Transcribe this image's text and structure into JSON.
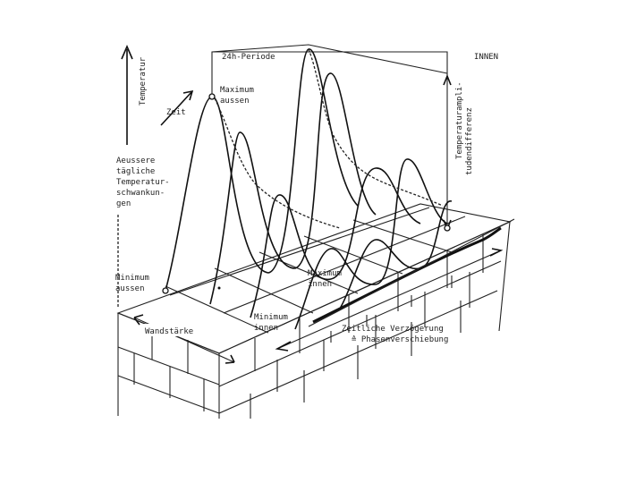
{
  "labels": {
    "temperatur": "Temperatur",
    "zeit": "Zeit",
    "periode": "24h-Periode",
    "innen": "INNEN",
    "maximum_aussen_1": "Maximum",
    "maximum_aussen_2": "aussen",
    "aeussere_1": "Aeussere",
    "aeussere_2": "tägliche",
    "aeussere_3": "Temperatur-",
    "aeussere_4": "schwankun-",
    "aeussere_5": "gen",
    "amplitude_1": "Temperaturampli-",
    "amplitude_2": "tudendifferenz",
    "minimum_aussen_1": "Minimum",
    "minimum_aussen_2": "aussen",
    "maximum_innen_1": "Maximum",
    "maximum_innen_2": "innen",
    "minimum_innen_1": "Minimum",
    "minimum_innen_2": "innen",
    "wandstaerke": "Wandstärke",
    "verzoegerung_1": "Zeitliche Verzögerung",
    "verzoegerung_2": "≙ Phasenverschiebung"
  }
}
